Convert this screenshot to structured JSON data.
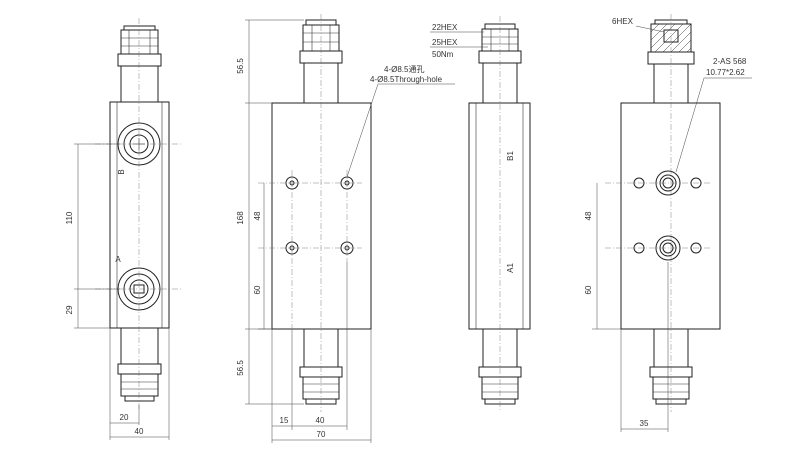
{
  "views": {
    "left": {
      "port_b": "B",
      "port_a": "A",
      "dim_110": "110",
      "dim_29": "29",
      "dim_20": "20",
      "dim_40": "40"
    },
    "front": {
      "dim_top_56_5": "56.5",
      "dim_bottom_56_5": "56.5",
      "dim_168": "168",
      "dim_48": "48",
      "dim_60": "60",
      "dim_15": "15",
      "dim_40": "40",
      "dim_70": "70",
      "hole_label_cn": "4-Ø8.5通孔",
      "hole_label_en": "4-Ø8.5Through-hole"
    },
    "right": {
      "hex22": "22HEX",
      "hex25": "25HEX",
      "torque": "50Nm",
      "port_b1": "B1",
      "port_a1": "A1"
    },
    "rear": {
      "hex6": "6HEX",
      "oring": "2-AS 568",
      "oring_size": "10.77*2.62",
      "dim_48": "48",
      "dim_60": "60",
      "dim_35": "35"
    }
  }
}
